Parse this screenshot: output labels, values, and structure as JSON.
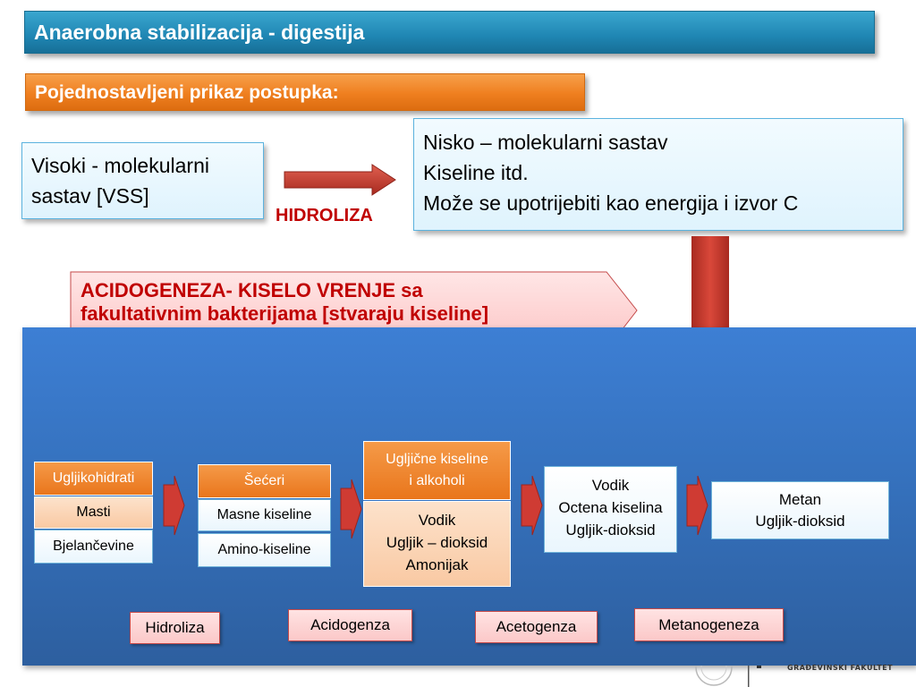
{
  "title": "Anaerobna stabilizacija - digestija",
  "subtitle": "Pojednostavljeni prikaz postupka:",
  "box_high": {
    "lines": [
      "Visoki - molekularni",
      "sastav [VSS]"
    ]
  },
  "box_low": {
    "lines": [
      "Nisko – molekularni sastav",
      "Kiseline itd.",
      "Može se upotrijebiti kao energija i izvor C"
    ]
  },
  "hydrolysis_label": "HIDROLIZA",
  "acidogenesis": {
    "lines": [
      "ACIDOGENEZA- KISELO VRENJE sa",
      "fakultativnim bakterijama [stvaraju kiseline]"
    ]
  },
  "process": {
    "col1": {
      "header": "Ugljikohidrati",
      "row2": "Masti",
      "row3": "Bjelančevine"
    },
    "col2": {
      "header": "Šećeri",
      "row2": "Masne kiseline",
      "row3": "Amino-kiseline"
    },
    "col3": {
      "header_lines": [
        "Ugljične kiseline",
        "i alkoholi"
      ],
      "body_lines": [
        "Vodik",
        "Ugljik – dioksid",
        "Amonijak"
      ]
    },
    "col4": {
      "lines": [
        "Vodik",
        "Octena kiselina",
        "Ugljik-dioksid"
      ]
    },
    "col5": {
      "lines": [
        "Metan",
        "Ugljik-dioksid"
      ]
    }
  },
  "stages": [
    "Hidroliza",
    "Acidogenza",
    "Acetogenza",
    "Metanogeneza"
  ],
  "footer_logo_text": "GRAĐEVINSKI FAKULTET",
  "colors": {
    "title_bg": "#2391bd",
    "subtitle_bg": "#ef7f1f",
    "panel_bg": "#3571bd",
    "accent_red": "#c00000",
    "arrow_red": "#c0392b"
  }
}
